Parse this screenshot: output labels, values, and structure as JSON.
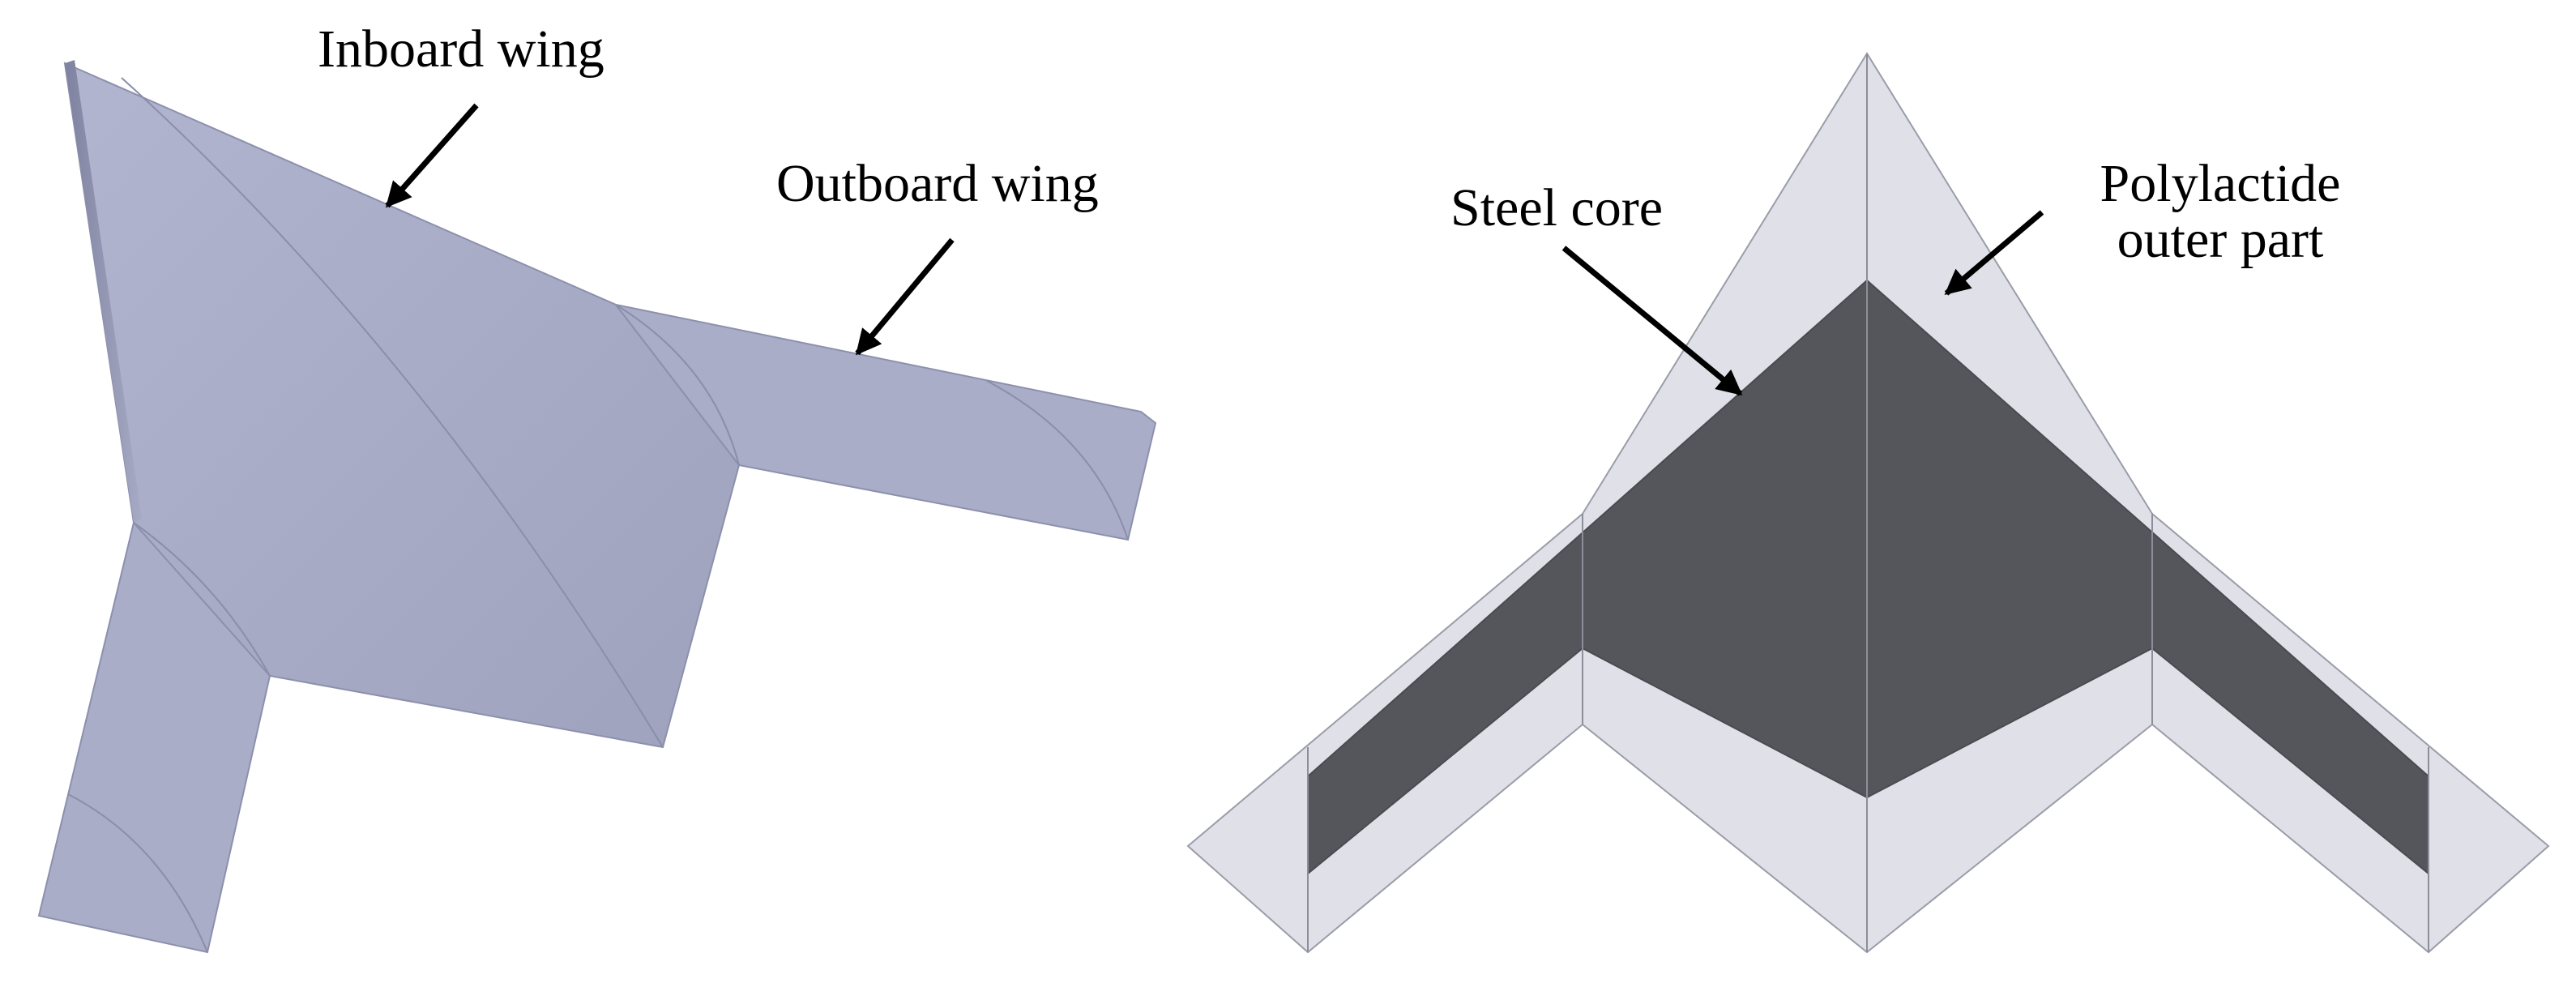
{
  "left_figure": {
    "labels": {
      "inboard": "Inboard wing",
      "outboard": "Outboard wing"
    }
  },
  "right_figure": {
    "labels": {
      "steel": "Steel core",
      "polylactide_line1": "Polylactide",
      "polylactide_line2": "outer part"
    }
  },
  "colors": {
    "wing_surface": "#a7abc6",
    "wing_edge_dark": "#8f93b2",
    "pla": "#dfe0e8",
    "steel": "#55565c",
    "arrow": "#000000",
    "edge_line": "#8c8e9a"
  }
}
